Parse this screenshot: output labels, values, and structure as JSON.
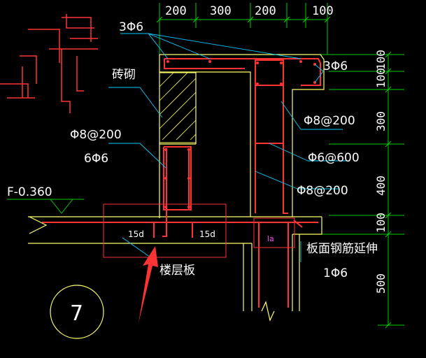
{
  "colors": {
    "background": "#000000",
    "dimension": "#00cc00",
    "structure": "#ffff66",
    "rebar": "#ff3333",
    "leader": "#00ccff",
    "text": "#ffffff",
    "arrow": "#ff3333"
  },
  "top_dims": [
    "200",
    "300",
    "200",
    "100"
  ],
  "right_dims": [
    "100",
    "100",
    "300",
    "400",
    "100",
    "500"
  ],
  "labels": {
    "top_left_rebar": "3Φ6",
    "top_right_rebar": "3Φ6",
    "masonry": "砖砌",
    "stirrup_left": "Φ8@200",
    "long_left": "6Φ6",
    "stirrup_right_1": "Φ8@200",
    "tie_right": "Φ6@600",
    "stirrup_right_2": "Φ8@200",
    "elevation": "F-0.360",
    "anchor_left": "15d",
    "anchor_right": "15d",
    "la": "la",
    "floor_slab": "楼层板",
    "slab_extend": "板面钢筋延伸",
    "slab_bar": "1Φ6",
    "detail_no": "7"
  }
}
